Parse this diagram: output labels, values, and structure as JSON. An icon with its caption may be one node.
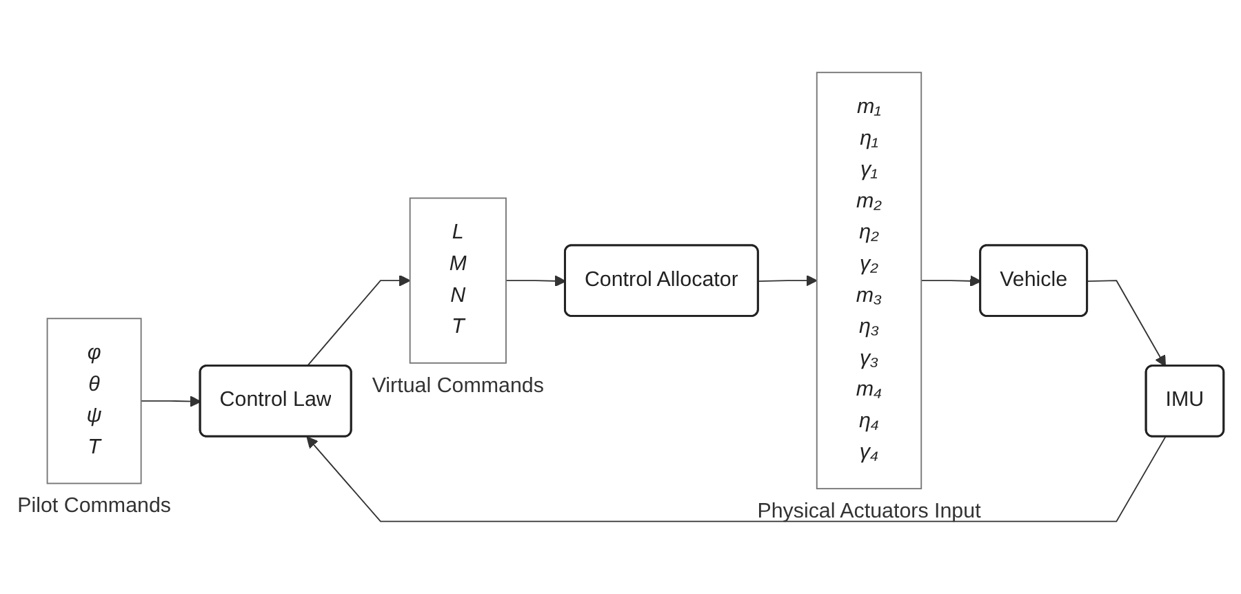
{
  "diagram": {
    "nodes": [
      {
        "text": [
          "φ θ ψ T"
        ],
        "beside": [
          "Pilot Commands"
        ]
      },
      {
        "text": [
          "Control Law"
        ]
      },
      {
        "text": [
          "L M N T"
        ],
        "beside": [
          "Virtual Commands"
        ]
      },
      {
        "text": [
          "Control Allocator"
        ]
      },
      {
        "text": [
          "m₁ η₁ γ₁ m₂ η₂ γ₂ m₃ η₃ γ₃ m₄ η₄ γ₄"
        ],
        "beside": [
          "Physical Actuators Input"
        ]
      },
      {
        "text": [
          "Vehicle"
        ]
      },
      {
        "text": [
          "IMU"
        ]
      }
    ],
    "edges": [
      {
        "from": 0,
        "to": 1,
        "arrow": "to"
      },
      {
        "from": 1,
        "to": 2,
        "arrow": "to"
      },
      {
        "from": 2,
        "to": 3,
        "arrow": "to"
      },
      {
        "from": 3,
        "to": 4,
        "arrow": "to"
      },
      {
        "from": 4,
        "to": 5,
        "arrow": "to"
      },
      {
        "from": 5,
        "to": 6,
        "arrow": "to"
      },
      {
        "from": 6,
        "to": 1,
        "arrow": "to"
      }
    ]
  }
}
